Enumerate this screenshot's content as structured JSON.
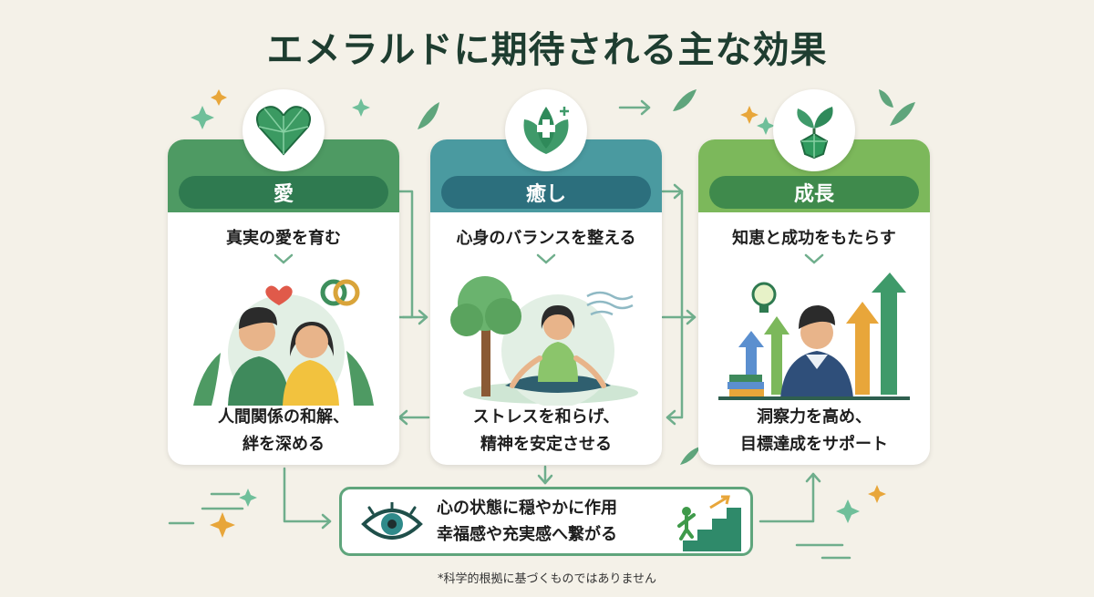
{
  "title": "エメラルドに期待される主な効果",
  "cards": [
    {
      "label": "愛",
      "headline": "真実の愛を育む",
      "line1": "人間関係の和解、",
      "line2": "絆を深める"
    },
    {
      "label": "癒し",
      "headline": "心身のバランスを整える",
      "line1": "ストレスを和らげ、",
      "line2": "精神を安定させる"
    },
    {
      "label": "成長",
      "headline": "知恵と成功をもたらす",
      "line1": "洞察力を高め、",
      "line2": "目標達成をサポート"
    }
  ],
  "summary": {
    "line1": "心の状態に穏やかに作用",
    "line2": "幸福感や充実感へ繋がる"
  },
  "note": "*科学的根拠に基づくものではありません",
  "colors": {
    "love": "#4e9a63",
    "love_pill": "#2f7a50",
    "healing": "#4a9aa0",
    "healing_pill": "#2c6f7d",
    "growth": "#7cb85b",
    "growth_pill": "#3f8a4c",
    "emerald": "#2f9a5e",
    "accent": "#e8a63a"
  },
  "icons": [
    "heart-emerald-icon",
    "leaf-cross-icon",
    "sprout-emerald-icon",
    "eye-icon",
    "stairs-climber-icon"
  ]
}
